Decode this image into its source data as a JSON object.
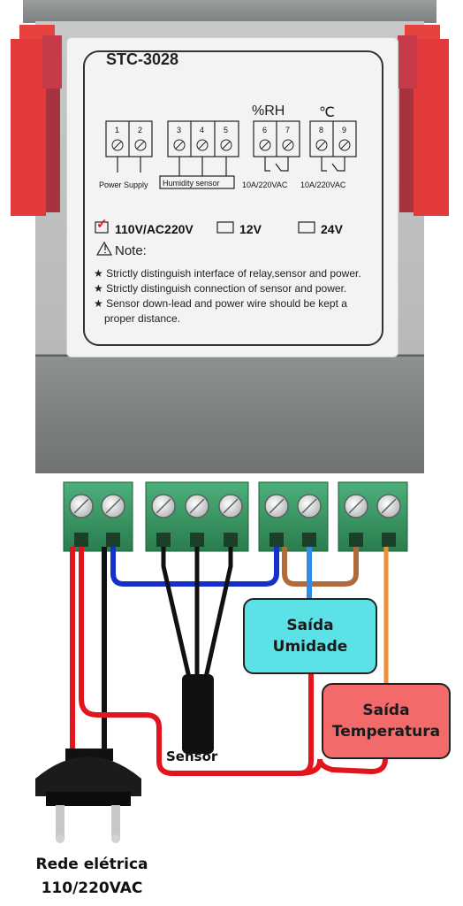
{
  "label": {
    "model": "STC-3028",
    "terminal_numbers": [
      "1",
      "2",
      "3",
      "4",
      "5",
      "6",
      "7",
      "8",
      "9"
    ],
    "group_power": "Power Supply",
    "group_humidity": "Humidity sensor",
    "unit_rh": "%RH",
    "unit_temp": "℃",
    "relay_rating_1": "10A/220VAC",
    "relay_rating_2": "10A/220VAC",
    "voltage_options": [
      "110V/AC220V",
      "12V",
      "24V"
    ],
    "checkmark": "✓",
    "note_title": "Note:",
    "notes": [
      "★ Strictly distinguish interface of relay,sensor and power.",
      "★ Strictly distinguish connection of sensor and power.",
      "★ Sensor down-lead and power wire should be kept a",
      "proper distance."
    ]
  },
  "annotations": {
    "humidity_output": [
      "Saída",
      "Umidade"
    ],
    "temperature_output": [
      "Saída",
      "Temperatura"
    ],
    "sensor": "Sensor",
    "mains": [
      "Rede elétrica",
      "110/220VAC"
    ]
  },
  "colors": {
    "humidity_box": "#5ce1e6",
    "temperature_box": "#f36a6a",
    "terminal_green": "#2f8f5a",
    "wire_red": "#e2141d",
    "wire_blue": "#1530c8",
    "wire_brown": "#b26a3a",
    "wire_orange": "#f08c3a",
    "wire_lightblue": "#2e8be6"
  }
}
